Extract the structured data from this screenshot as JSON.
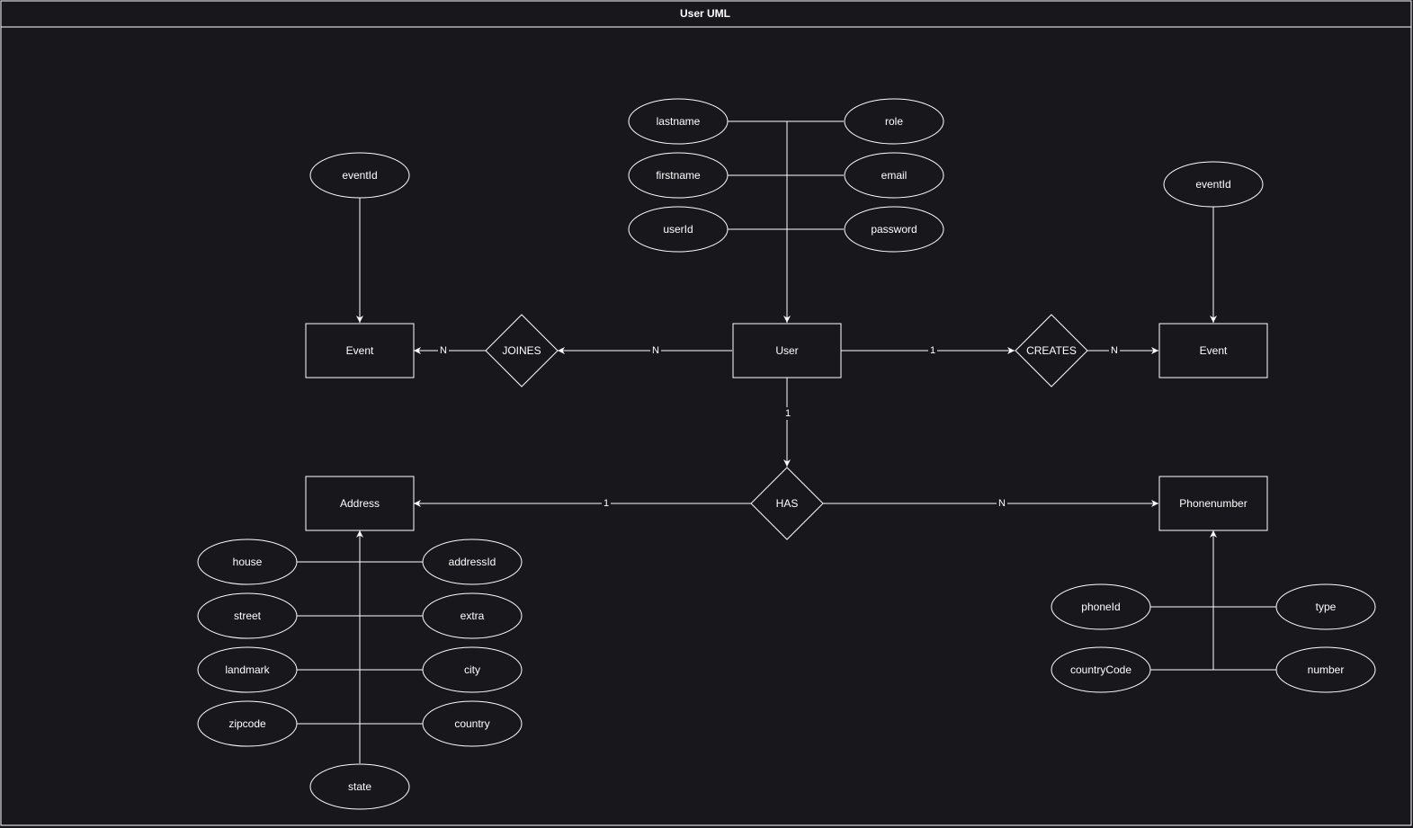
{
  "title": "User UML",
  "entities": {
    "event_left": "Event",
    "user": "User",
    "event_right": "Event",
    "address": "Address",
    "phonenumber": "Phonenumber"
  },
  "relationships": {
    "joines": "JOINES",
    "creates": "CREATES",
    "has": "HAS"
  },
  "attributes": {
    "event_left": [
      "eventId"
    ],
    "event_right": [
      "eventId"
    ],
    "user": [
      "lastname",
      "role",
      "firstname",
      "email",
      "userId",
      "password"
    ],
    "address": [
      "house",
      "addressId",
      "street",
      "extra",
      "landmark",
      "city",
      "zipcode",
      "country",
      "state"
    ],
    "phonenumber": [
      "phoneId",
      "type",
      "countryCode",
      "number"
    ]
  },
  "cardinalities": {
    "joines_event": "N",
    "user_joines": "N",
    "user_creates": "1",
    "creates_event": "N",
    "user_has": "1",
    "has_address": "1",
    "has_phone": "N"
  },
  "colors": {
    "background": "#18171c",
    "stroke": "#ffffff",
    "text": "#ffffff"
  }
}
